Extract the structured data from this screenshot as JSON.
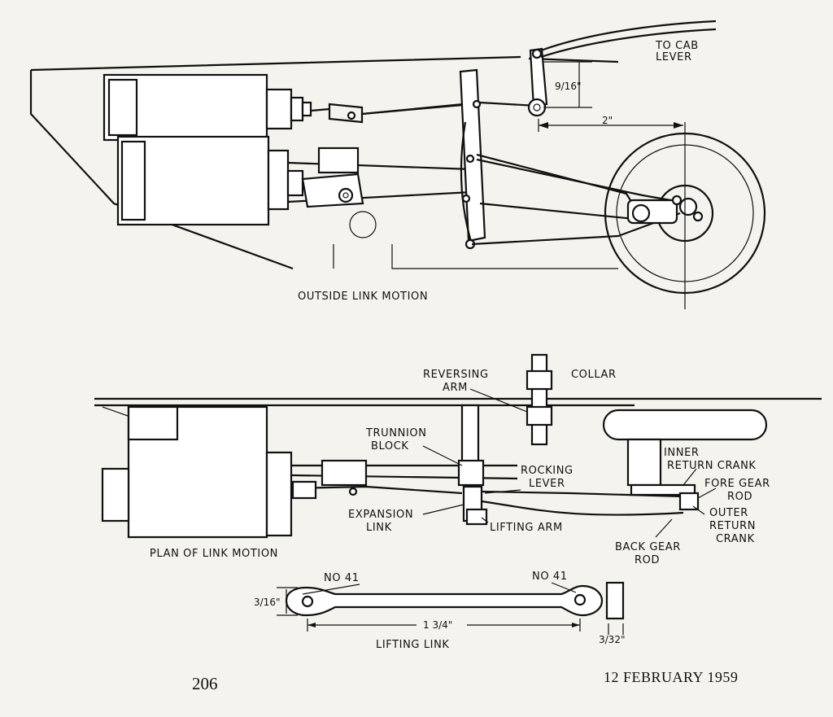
{
  "labels": {
    "to_cab": "TO CAB",
    "lever": "LEVER",
    "dim_nine_sixteenths": "9/16\"",
    "dim_two_inch": "2\"",
    "outside_link_motion": "OUTSIDE LINK MOTION",
    "reversing": "REVERSING",
    "arm": "ARM",
    "collar": "COLLAR",
    "trunnion": "TRUNNION",
    "block": "BLOCK",
    "rocking": "ROCKING",
    "rocking_lever": "LEVER",
    "inner_return_crank": "INNER",
    "return_crank": "RETURN CRANK",
    "fore_gear": "FORE GEAR",
    "fore_gear_rod": "ROD",
    "expansion": "EXPANSION",
    "link": "LINK",
    "lifting_arm": "LIFTING ARM",
    "outer": "OUTER",
    "outer_return": "RETURN",
    "outer_crank": "CRANK",
    "back_gear": "BACK GEAR",
    "back_gear_rod": "ROD",
    "plan_of_link_motion": "PLAN OF LINK MOTION",
    "no41_left": "NO 41",
    "no41_right": "NO 41",
    "dim_three_sixteenths": "3/16\"",
    "dim_one_three_quarters": "1 3/4\"",
    "dim_three_thirtyseconds": "3/32\"",
    "lifting_link": "LIFTING LINK"
  },
  "footer": {
    "page_number": "206",
    "date": "12 FEBRUARY 1959"
  }
}
